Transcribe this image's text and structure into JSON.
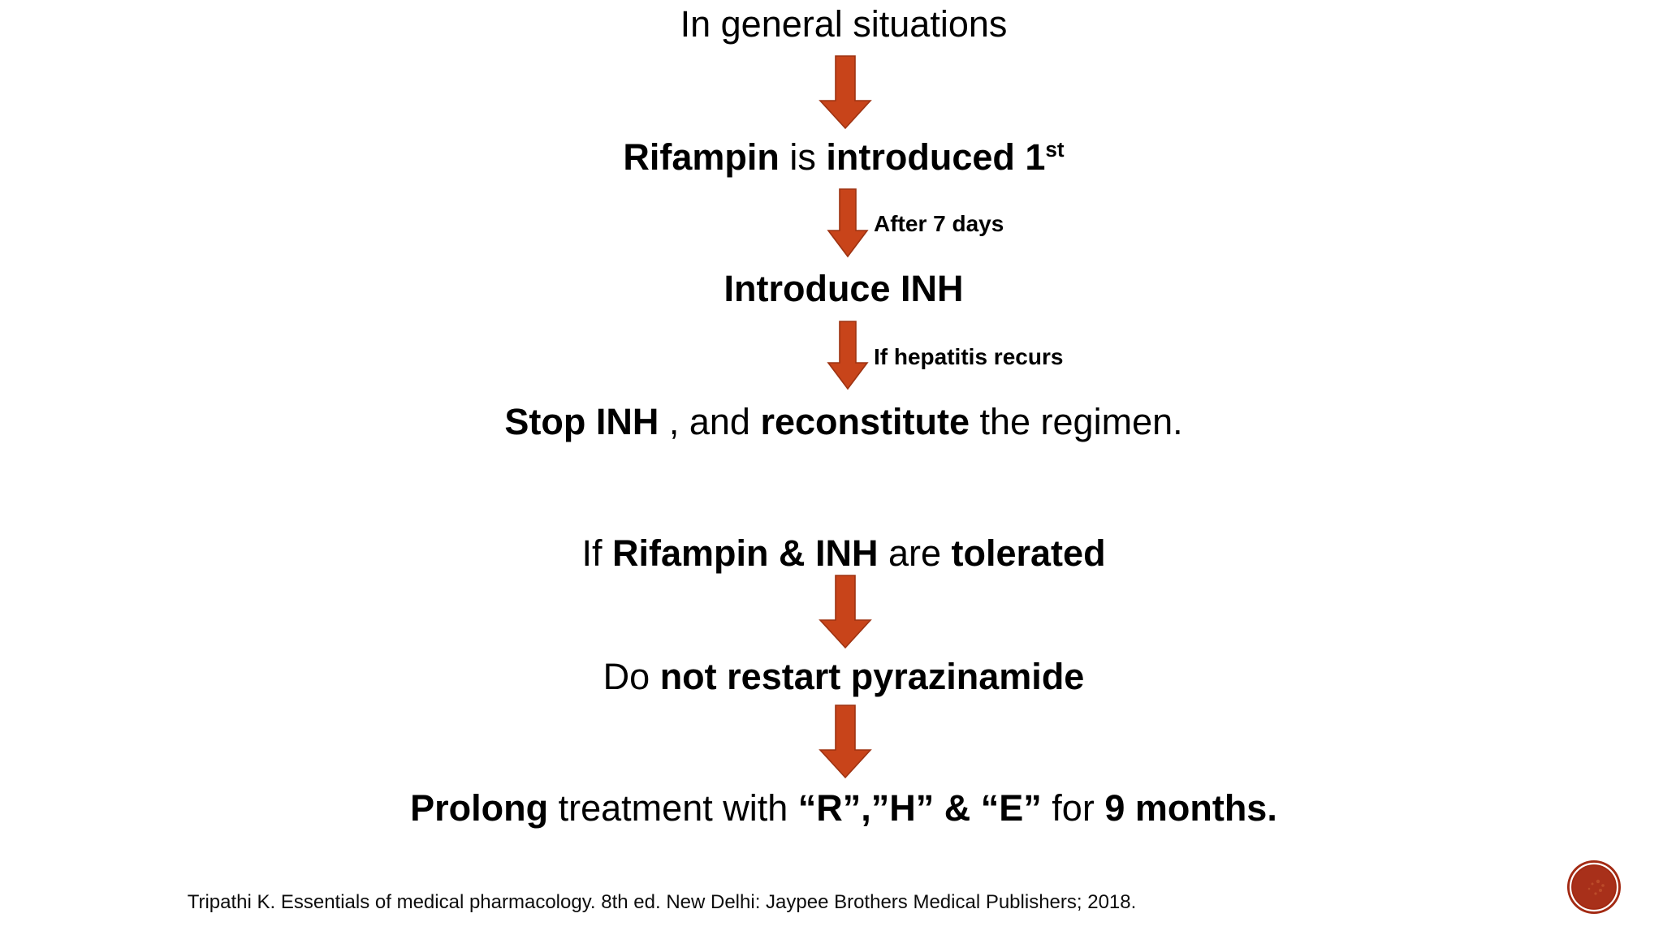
{
  "slide": {
    "title": "In general situations",
    "background_color": "#ffffff",
    "accent_color": "#c8441a",
    "text_color": "#000000"
  },
  "flow": {
    "heading": {
      "text": "In general situations"
    },
    "steps": [
      {
        "id": "rifampin-first",
        "segments": [
          {
            "text": "Rifampin",
            "weight": "bold"
          },
          {
            "text": " is ",
            "weight": "regular"
          },
          {
            "text": "introduced 1",
            "weight": "bold"
          },
          {
            "text": "st",
            "weight": "bold-superscript"
          }
        ],
        "plain": "Rifampin is introduced 1st"
      },
      {
        "id": "introduce-inh",
        "segments": [
          {
            "text": "Introduce INH",
            "weight": "bold"
          }
        ],
        "plain": "Introduce INH"
      },
      {
        "id": "stop-inh",
        "segments": [
          {
            "text": "Stop INH",
            "weight": "bold"
          },
          {
            "text": " , and ",
            "weight": "regular"
          },
          {
            "text": "reconstitute",
            "weight": "bold"
          },
          {
            "text": " the regimen.",
            "weight": "regular"
          }
        ],
        "plain": "Stop INH , and reconstitute the regimen."
      },
      {
        "id": "if-tolerated",
        "segments": [
          {
            "text": "If ",
            "weight": "regular"
          },
          {
            "text": "Rifampin & INH",
            "weight": "bold"
          },
          {
            "text": " are ",
            "weight": "regular"
          },
          {
            "text": "tolerated",
            "weight": "bold"
          }
        ],
        "plain": "If Rifampin & INH are tolerated"
      },
      {
        "id": "no-pyrazinamide",
        "segments": [
          {
            "text": "Do ",
            "weight": "regular"
          },
          {
            "text": "not restart pyrazinamide",
            "weight": "bold"
          }
        ],
        "plain": "Do not restart pyrazinamide"
      },
      {
        "id": "prolong-treatment",
        "segments": [
          {
            "text": "Prolong",
            "weight": "bold"
          },
          {
            "text": " treatment with ",
            "weight": "regular"
          },
          {
            "text": "“R”,”H” & “E”",
            "weight": "bold"
          },
          {
            "text": " for ",
            "weight": "regular"
          },
          {
            "text": "9 months.",
            "weight": "bold"
          }
        ],
        "plain": "Prolong treatment with “R”,”H” & “E” for 9 months."
      }
    ],
    "arrow_labels": {
      "after_7_days": "After 7 days",
      "if_hepatitis_recurs": "If hepatitis recurs"
    },
    "heading_parts": {
      "line": "In general situations"
    },
    "step1": {
      "part_bold_1": "Rifampin",
      "part_reg_1": " is ",
      "part_bold_2": "introduced 1",
      "part_sup": "st"
    },
    "step2": {
      "part_bold_1": "Introduce INH"
    },
    "step3": {
      "part_bold_1": "Stop INH",
      "part_reg_1": " , and ",
      "part_bold_2": "reconstitute",
      "part_reg_2": " the regimen."
    },
    "step4": {
      "part_reg_1": "If ",
      "part_bold_1": "Rifampin & INH",
      "part_reg_2": " are ",
      "part_bold_2": "tolerated"
    },
    "step5": {
      "part_reg_1": "Do ",
      "part_bold_1": "not restart pyrazinamide"
    },
    "step6": {
      "part_bold_1": "Prolong",
      "part_reg_1": " treatment with ",
      "part_bold_2": "“R”,”H” & “E”",
      "part_reg_2": " for ",
      "part_bold_3": "9 months."
    }
  },
  "citation": {
    "text": "Tripathi K. Essentials of medical pharmacology. 8th ed. New Delhi: Jaypee Brothers Medical Publishers; 2018."
  },
  "logo": {
    "name": "institution-seal",
    "fill_color": "#a32a13",
    "ring_color": "#ffffff"
  },
  "colors": {
    "arrow_fill": "#c8441a",
    "arrow_stroke": "#9e3312",
    "text": "#000000",
    "background": "#ffffff"
  }
}
